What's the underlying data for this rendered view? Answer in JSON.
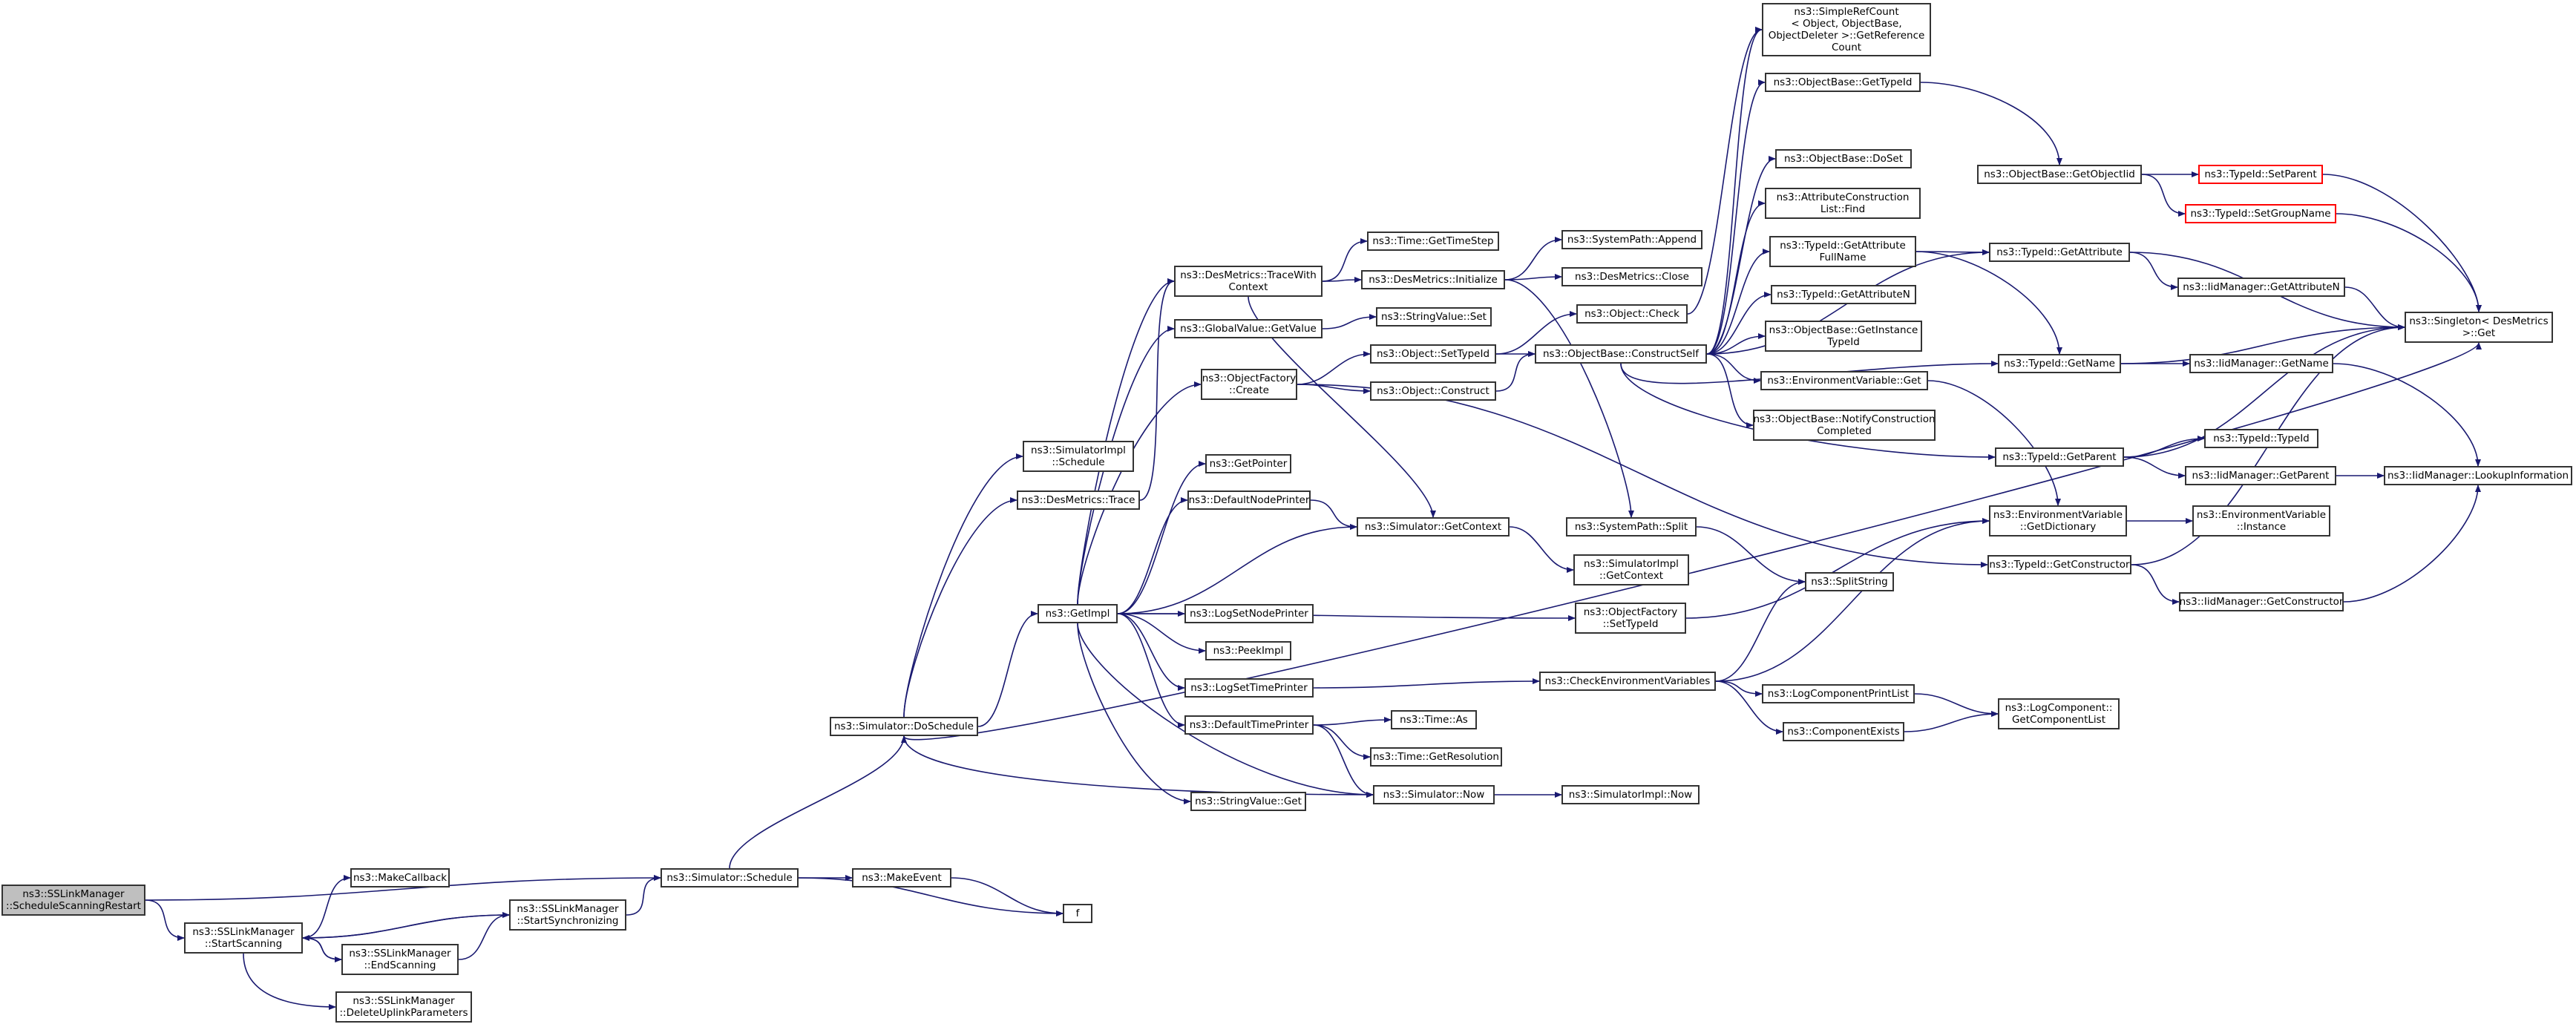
{
  "graph": {
    "edge_color": "#191970",
    "node_border_color": "#333333",
    "root_fill_color": "#bfbfbf",
    "highlight_border_color": "#ff0000",
    "nodes": {
      "schedule_scanning_restart": "ns3::SSLinkManager\n::ScheduleScanningRestart",
      "start_scanning": "ns3::SSLinkManager\n::StartScanning",
      "make_callback": "ns3::MakeCallback",
      "end_scanning": "ns3::SSLinkManager\n::EndScanning",
      "delete_uplink_parameters": "ns3::SSLinkManager\n::DeleteUplinkParameters",
      "start_synchronizing": "ns3::SSLinkManager\n::StartSynchronizing",
      "simulator_schedule": "ns3::Simulator::Schedule",
      "make_event": "ns3::MakeEvent",
      "f": "f",
      "simulator_do_schedule": "ns3::Simulator::DoSchedule",
      "simulator_impl_schedule": "ns3::SimulatorImpl\n::Schedule",
      "des_metrics_trace": "ns3::DesMetrics::Trace",
      "get_impl": "ns3::GetImpl",
      "des_metrics_trace_with_context": "ns3::DesMetrics::TraceWith\nContext",
      "global_value_get_value": "ns3::GlobalValue::GetValue",
      "object_factory_create": "ns3::ObjectFactory\n::Create",
      "get_pointer": "ns3::GetPointer",
      "default_node_printer": "ns3::DefaultNodePrinter",
      "log_set_node_printer": "ns3::LogSetNodePrinter",
      "peek_impl": "ns3::PeekImpl",
      "log_set_time_printer": "ns3::LogSetTimePrinter",
      "default_time_printer": "ns3::DefaultTimePrinter",
      "string_value_get": "ns3::StringValue::Get",
      "time_get_time_step": "ns3::Time::GetTimeStep",
      "des_metrics_initialize": "ns3::DesMetrics::Initialize",
      "string_value_set": "ns3::StringValue::Set",
      "object_set_type_id": "ns3::Object::SetTypeId",
      "object_construct": "ns3::Object::Construct",
      "simulator_get_context": "ns3::Simulator::GetContext",
      "time_as": "ns3::Time::As",
      "time_get_resolution": "ns3::Time::GetResolution",
      "simulator_now": "ns3::Simulator::Now",
      "system_path_append": "ns3::SystemPath::Append",
      "des_metrics_close": "ns3::DesMetrics::Close",
      "object_check": "ns3::Object::Check",
      "object_base_construct_self": "ns3::ObjectBase::ConstructSelf",
      "system_path_split": "ns3::SystemPath::Split",
      "simulator_impl_get_context": "ns3::SimulatorImpl\n::GetContext",
      "object_factory_set_type_id": "ns3::ObjectFactory\n::SetTypeId",
      "check_environment_variables": "ns3::CheckEnvironmentVariables",
      "simulator_impl_now": "ns3::SimulatorImpl::Now",
      "simple_ref_count": "ns3::SimpleRefCount\n< Object, ObjectBase,\n ObjectDeleter >::GetReference\nCount",
      "object_base_get_type_id": "ns3::ObjectBase::GetTypeId",
      "object_base_do_set": "ns3::ObjectBase::DoSet",
      "attribute_construction_list_find": "ns3::AttributeConstruction\nList::Find",
      "type_id_get_attribute_full_name": "ns3::TypeId::GetAttribute\nFullName",
      "type_id_get_attribute_n": "ns3::TypeId::GetAttributeN",
      "object_base_get_instance_type_id": "ns3::ObjectBase::GetInstance\nTypeId",
      "environment_variable_get": "ns3::EnvironmentVariable::Get",
      "object_base_notify_construction_completed": "ns3::ObjectBase::NotifyConstruction\nCompleted",
      "split_string": "ns3::SplitString",
      "log_component_print_list": "ns3::LogComponentPrintList",
      "component_exists": "ns3::ComponentExists",
      "object_base_get_object_iid": "ns3::ObjectBase::GetObjectIid",
      "type_id_get_attribute": "ns3::TypeId::GetAttribute",
      "type_id_get_name": "ns3::TypeId::GetName",
      "type_id_get_parent": "ns3::TypeId::GetParent",
      "environment_variable_get_dictionary": "ns3::EnvironmentVariable\n::GetDictionary",
      "type_id_get_constructor": "ns3::TypeId::GetConstructor",
      "log_component_get_component_list": "ns3::LogComponent::\nGetComponentList",
      "type_id_set_parent": "ns3::TypeId::SetParent",
      "type_id_set_group_name": "ns3::TypeId::SetGroupName",
      "iid_manager_get_attribute_n": "ns3::IidManager::GetAttributeN",
      "iid_manager_get_name": "ns3::IidManager::GetName",
      "type_id_type_id": "ns3::TypeId::TypeId",
      "iid_manager_get_parent": "ns3::IidManager::GetParent",
      "environment_variable_instance": "ns3::EnvironmentVariable\n::Instance",
      "iid_manager_get_constructor": "ns3::IidManager::GetConstructor",
      "singleton_get": "ns3::Singleton< DesMetrics\n >::Get",
      "iid_manager_lookup_information": "ns3::IidManager::LookupInformation"
    }
  }
}
